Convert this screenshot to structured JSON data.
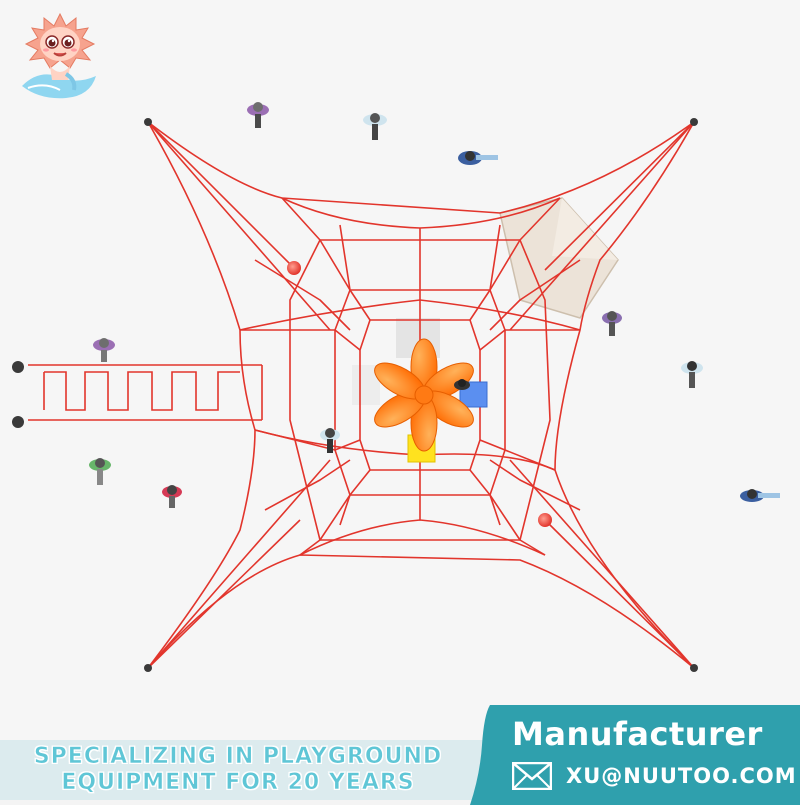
{
  "banner": {
    "tagline_line1": "SPECIALIZING IN PLAYGROUND",
    "tagline_line2": "EQUIPMENT FOR 20 YEARS",
    "manufacturer_label": "Manufacturer",
    "email": "XU@NUUTOO.COM"
  },
  "icons": {
    "mail": "mail-icon",
    "mascot": "sea-creature-mascot-icon"
  },
  "colors": {
    "rope_red": "#e2352c",
    "accent_teal": "#2fa0ad",
    "tagline_blue": "#5fc6d6",
    "flower_orange": "#ff7a14",
    "panel_yellow": "#ffe21f",
    "panel_blue": "#5b8ff0",
    "canopy_beige": "#eae1d6"
  }
}
